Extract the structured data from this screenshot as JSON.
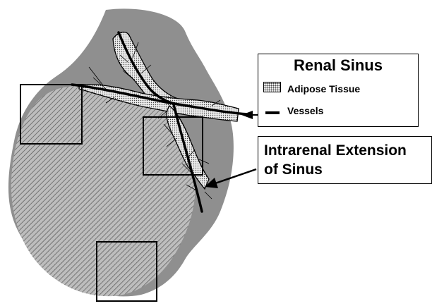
{
  "legend": {
    "title": "Renal Sinus",
    "items": [
      {
        "label": "Adipose Tissue",
        "symbol": "stippled-swatch"
      },
      {
        "label": "Vessels",
        "symbol": "thick-line"
      }
    ]
  },
  "callout": {
    "line1": "Intrarenal Extension",
    "line2": "of Sinus"
  },
  "colors": {
    "outer_region": "#8f8f8f",
    "hatched_region": "#bdbdbd",
    "hatch_lines": "#555555",
    "adipose_fill": "#ececec",
    "outline": "#000000"
  }
}
